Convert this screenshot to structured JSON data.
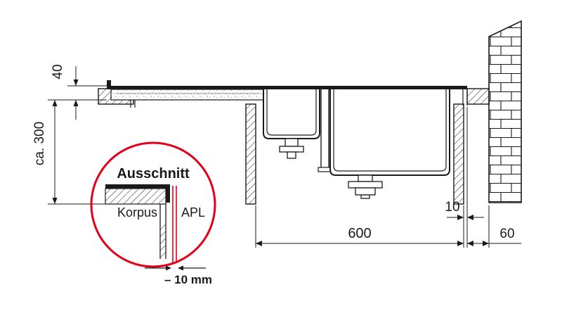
{
  "colors": {
    "red": "#e2001a",
    "line": "#1a1a1a"
  },
  "dimensions": {
    "rim_height": "40",
    "depth": "ca. 300",
    "cabinet_width": "600",
    "wall_gap": "60",
    "overhang": "10"
  },
  "detail": {
    "title": "Ausschnitt",
    "label_korpus": "Korpus",
    "label_apl": "APL",
    "note": "– 10 mm"
  }
}
